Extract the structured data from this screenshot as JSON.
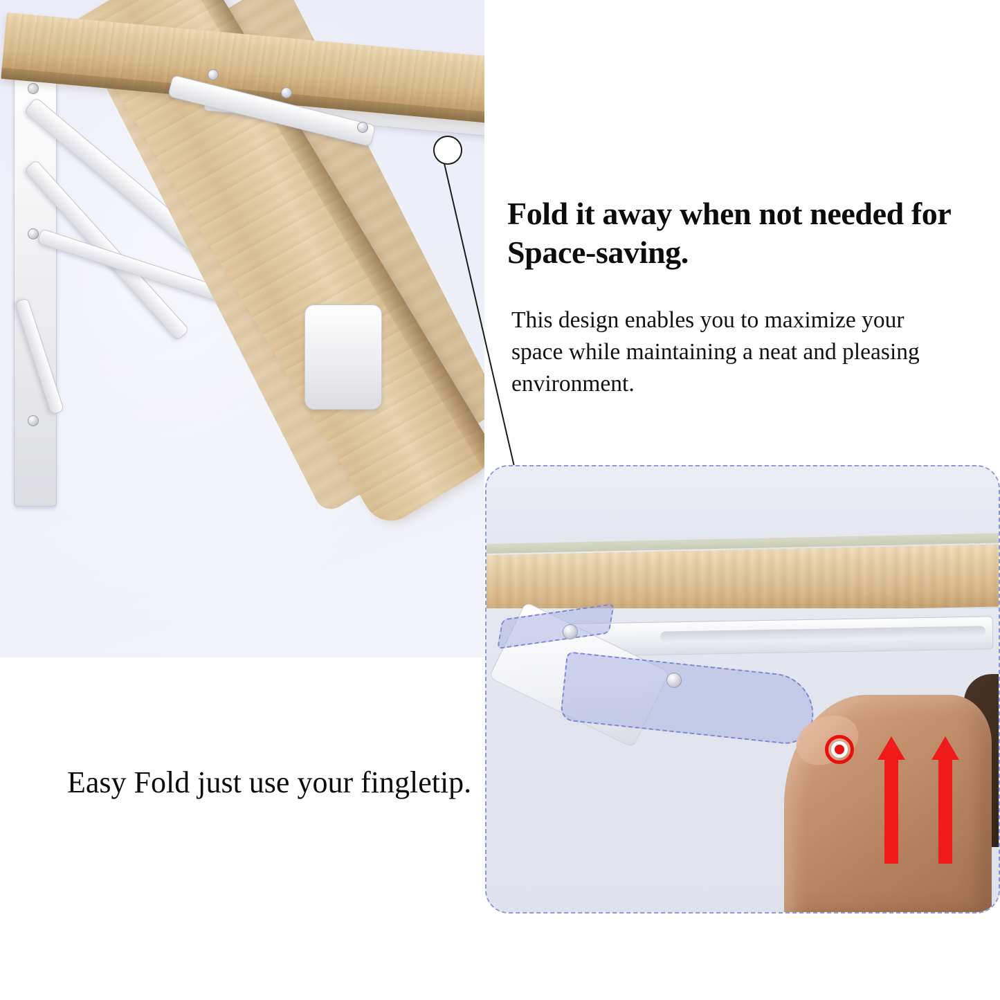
{
  "image": {
    "type": "product-feature-infographic",
    "subject": "Wall-mounted folding wood shelf bracket",
    "background_color": "#ffffff"
  },
  "hero_panel": {
    "name": "folded-shelf-photo",
    "background_color": "#eceef8",
    "description": "Oak-colored wall-mounted drop-leaf shelf shown folded down against the wall with white metal folding brackets"
  },
  "callout": {
    "marker": "circle-marker",
    "line": "leader-line",
    "color": "#1b1b1b"
  },
  "text": {
    "headline": "Fold it away when not needed for Space-saving.",
    "body": "This design enables you to maximize your space while maintaining a neat and pleasing environment.",
    "bottom_headline": "Easy Fold just use your fingletip."
  },
  "detail_card": {
    "name": "fingertip-release-closeup",
    "border_style": "dashed",
    "border_color": "#8e98d8",
    "background_color": "#e6e8f2",
    "highlight_color": "#abb3e3",
    "target_marker_color": "#e8100f",
    "arrow_color": "#ee1b18",
    "arrow_count": 2,
    "description": "Close-up of a thumb pushing the release lever upward; dashed ghost outlines show the bracket's folded position"
  }
}
